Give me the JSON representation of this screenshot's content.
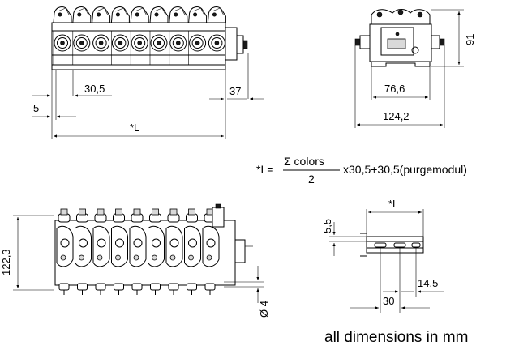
{
  "dimensions": {
    "front_pitch": "30,5",
    "front_offset": "5",
    "front_end": "37",
    "front_length": "*L",
    "side_width_inner": "76,6",
    "side_width_outer": "124,2",
    "side_height": "91",
    "top_height": "122,3",
    "top_tube": "Ø 4",
    "detail_length": "*L",
    "detail_height": "5,5",
    "detail_pitch": "30",
    "detail_offset": "14,5"
  },
  "formula": {
    "lhs": "*L=",
    "numerator": "Σ colors",
    "denominator": "2",
    "rhs": "x30,5+30,5(purgemodul)"
  },
  "footnote": "all dimensions in mm"
}
